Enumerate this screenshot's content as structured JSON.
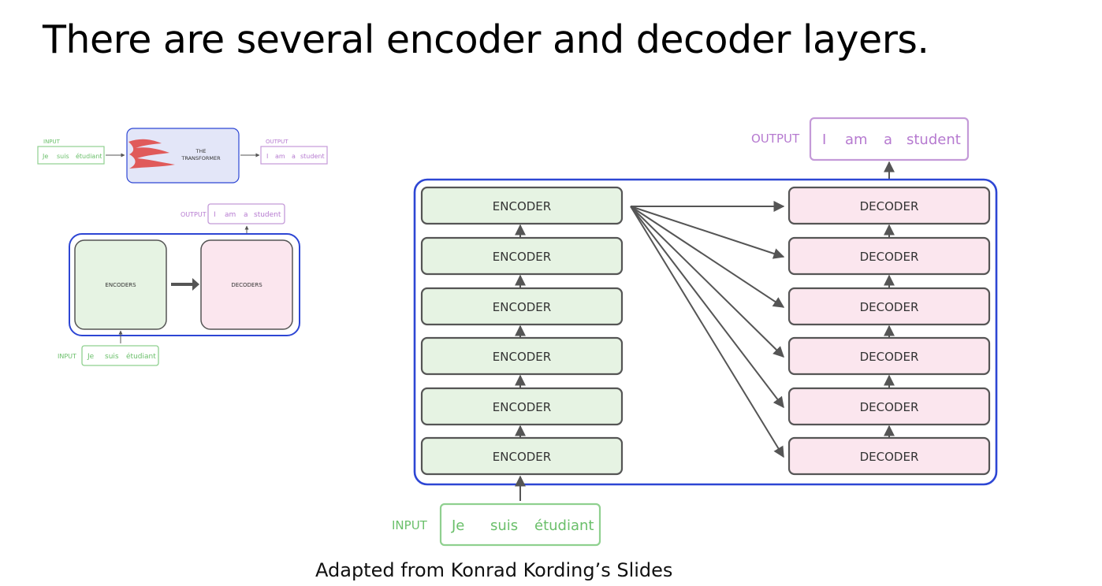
{
  "slide": {
    "title": "There are several encoder and decoder layers.",
    "caption": "Adapted from Konrad Kording’s Slides"
  },
  "overview": {
    "input_label": "INPUT",
    "input_words": [
      "Je",
      "suis",
      "étudiant"
    ],
    "box_label_line1": "THE",
    "box_label_line2": "TRANSFORMER",
    "output_label": "OUTPUT",
    "output_words": [
      "I",
      "am",
      "a",
      "student"
    ]
  },
  "middle": {
    "output_label": "OUTPUT",
    "output_words": [
      "I",
      "am",
      "a",
      "student"
    ],
    "encoders_label": "ENCODERS",
    "decoders_label": "DECODERS",
    "input_label": "INPUT",
    "input_words": [
      "Je",
      "suis",
      "étudiant"
    ]
  },
  "stack": {
    "output_label": "OUTPUT",
    "output_words": [
      "I",
      "am",
      "a",
      "student"
    ],
    "encoder_labels": [
      "ENCODER",
      "ENCODER",
      "ENCODER",
      "ENCODER",
      "ENCODER",
      "ENCODER"
    ],
    "decoder_labels": [
      "DECODER",
      "DECODER",
      "DECODER",
      "DECODER",
      "DECODER",
      "DECODER"
    ],
    "input_label": "INPUT",
    "input_words": [
      "Je",
      "suis",
      "étudiant"
    ]
  },
  "colors": {
    "encoder_fill": "#e6f3e3",
    "decoder_fill": "#fbe6ee",
    "transformer_fill": "#e3e6f8",
    "outline_blue": "#2d46d4",
    "box_stroke": "#555555",
    "input_green": "#6abf6a",
    "output_purple": "#b67ad0"
  }
}
